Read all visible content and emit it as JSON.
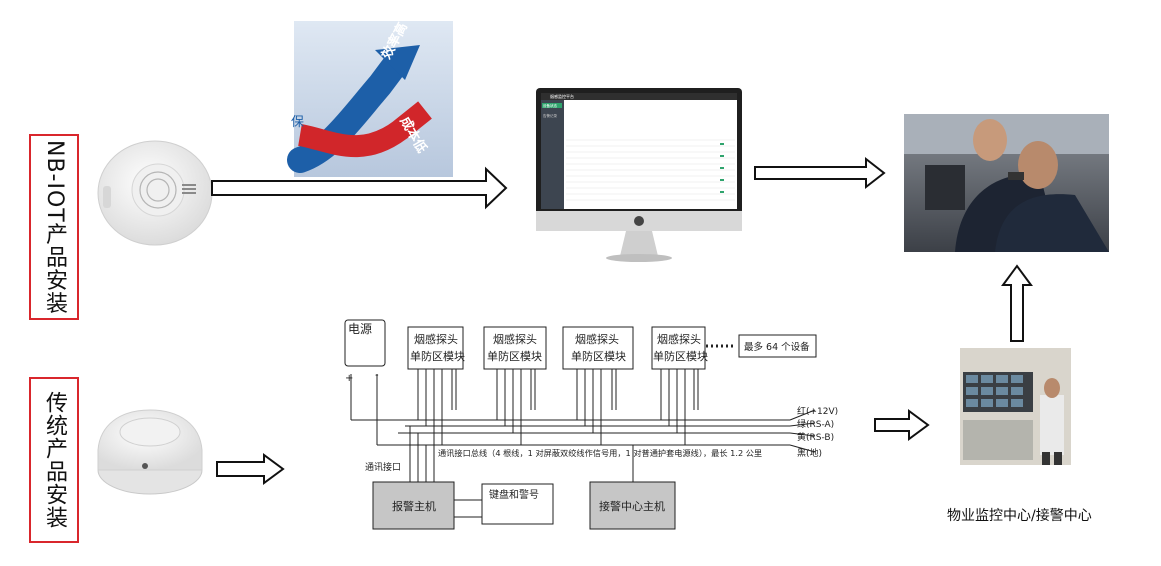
{
  "nb_iot_label": "NB-IOT产品安装",
  "traditional_label": "传统产品安装",
  "growth_image": {
    "chars_arrow_up": "效率高",
    "chars_arrow_down": "成本低",
    "left_char": "保"
  },
  "monitor_screen": {
    "title": "烟感监控平台",
    "menu_active": "设备状态",
    "menu_item": "告警记录"
  },
  "power_supply": {
    "label": "电源",
    "plus": "+",
    "minus": "-"
  },
  "detectors": [
    {
      "line1": "烟感探头",
      "line2": "单防区模块"
    },
    {
      "line1": "烟感探头",
      "line2": "单防区模块"
    },
    {
      "line1": "烟感探头",
      "line2": "单防区模块"
    },
    {
      "line1": "烟感探头",
      "line2": "单防区模块"
    }
  ],
  "max_devices": "最多 64 个设备",
  "wire_labels": [
    "红(+12V)",
    "绿(RS-A)",
    "黄(RS-B)",
    "黑(地)"
  ],
  "bus_note": "通讯接口总线（4 根线，1 对屏蔽双绞线作信号用，1 对普通护套电源线），最长 1.2 公里",
  "comm_port": "通讯接口",
  "alarm_host": "报警主机",
  "keyboard_siren": "键盘和警号",
  "center_host": "接警中心主机",
  "monitor_center_caption": "物业监控中心/接警中心",
  "colors": {
    "label_border": "#d9262c",
    "box_fill": "#c6c6c6",
    "arrow_blue": "#1d5fa8"
  }
}
